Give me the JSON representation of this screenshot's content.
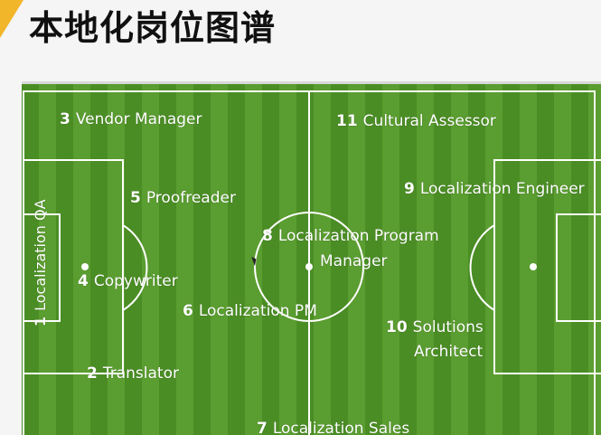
{
  "title": "本地化岗位图谱",
  "roles": [
    {
      "num": "1",
      "name": "Localization QA"
    },
    {
      "num": "2",
      "name": "Translator"
    },
    {
      "num": "3",
      "name": "Vendor Manager"
    },
    {
      "num": "4",
      "name": "Copywriter"
    },
    {
      "num": "5",
      "name": "Proofreader"
    },
    {
      "num": "6",
      "name": "Localization PM"
    },
    {
      "num": "7",
      "name": "Localization Sales"
    },
    {
      "num": "8",
      "name_line1": "Localization Program",
      "name_line2": "Manager"
    },
    {
      "num": "9",
      "name": "Localization Engineer"
    },
    {
      "num": "10",
      "name_line1": "Solutions",
      "name_line2": "Architect"
    },
    {
      "num": "11",
      "name": "Cultural Assessor"
    }
  ],
  "colors": {
    "accent": "#f2b62b",
    "pitch_dark": "#4a8d24",
    "pitch_light": "#5a9d30",
    "lines": "#ffffff"
  }
}
